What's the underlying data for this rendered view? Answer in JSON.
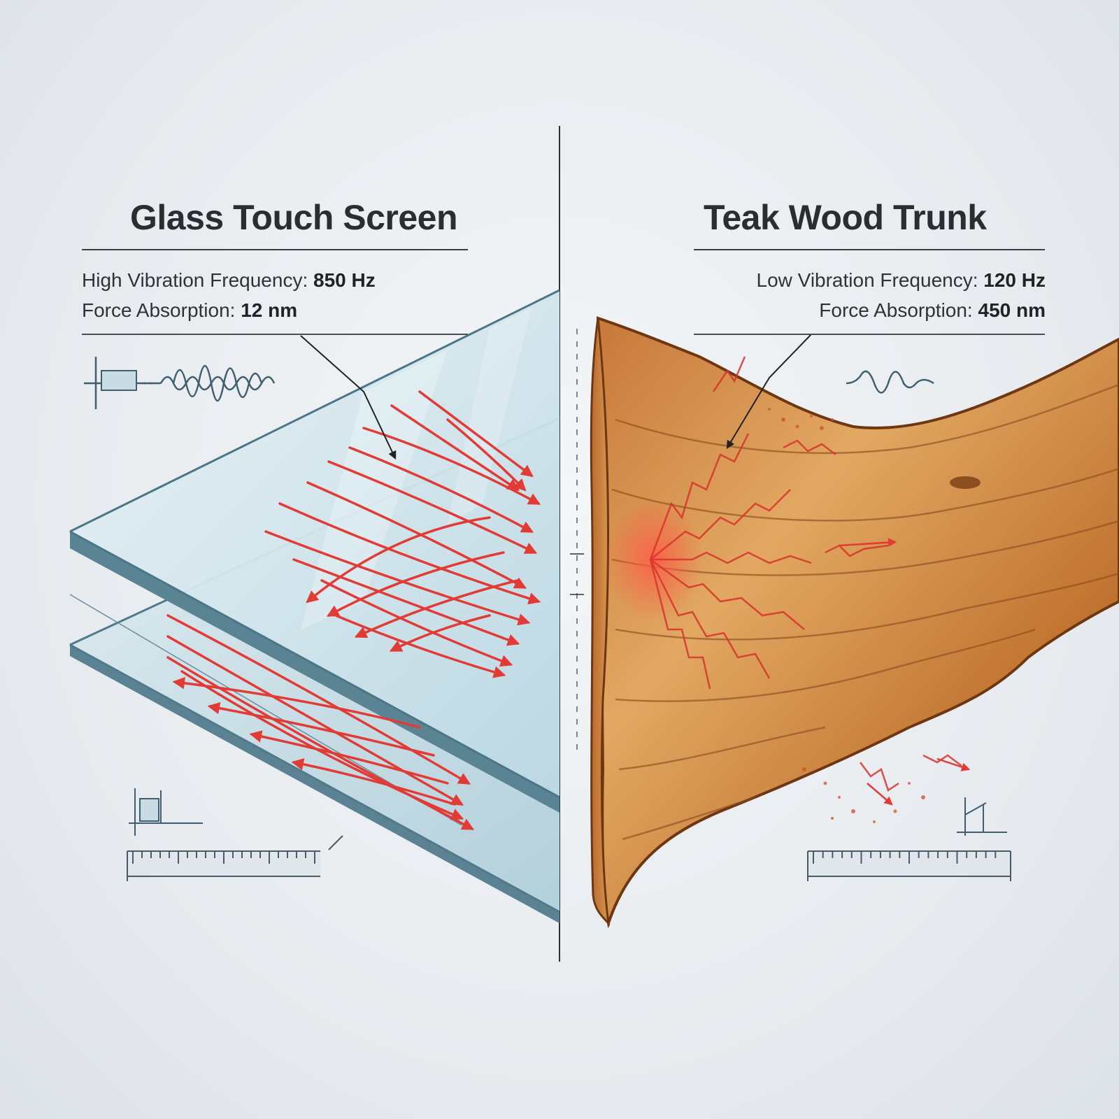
{
  "glass": {
    "title": "Glass Touch Screen",
    "frequency_label": "High Vibration Frequency:",
    "frequency_value": "850 Hz",
    "absorption_label": "Force Absorption:",
    "absorption_value": "12 nm"
  },
  "teak": {
    "title": "Teak Wood Trunk",
    "frequency_label": "Low Vibration Frequency:",
    "frequency_value": "120 Hz",
    "absorption_label": "Force Absorption:",
    "absorption_value": "450 nm"
  },
  "colors": {
    "background": "#e6eaee",
    "glass_edge": "#5f8798",
    "glass_face": "#d3e6ee",
    "wood_light": "#d99a55",
    "wood_dark": "#8a4a1e",
    "arrow_red": "#e23b35",
    "ink": "#2a2d31"
  },
  "icons": {
    "glass_wave": "high-frequency-wave-icon",
    "teak_wave": "low-frequency-wave-icon",
    "ruler": "ruler-icon"
  }
}
